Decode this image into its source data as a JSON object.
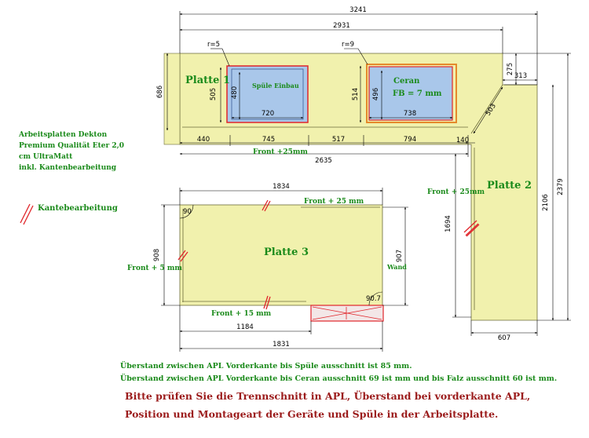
{
  "material": {
    "lines": [
      "Arbeitsplatten Dekton",
      "Premium Qualität Eter 2,0",
      "cm UltraMatt",
      "inkl. Kantenbearbeitung"
    ]
  },
  "legend": {
    "label": "Kantebearbeitung"
  },
  "plates": {
    "platte1": "Platte 1",
    "platte2": "Platte 2",
    "platte3": "Platte 3"
  },
  "cutouts": {
    "sink": "Spüle Einbau",
    "cooktop_name": "Ceran",
    "cooktop_fb": "FB = 7 mm"
  },
  "radii": {
    "sink": "r=5",
    "cooktop": "r=9"
  },
  "front_labels": {
    "top_run": "Front +25mm",
    "platte2": "Front + 25mm",
    "platte3_back": "Front + 25 mm",
    "platte3_left": "Front + 5 mm",
    "platte3_bottom": "Front + 15 mm"
  },
  "wall_label": "Wand",
  "angles": {
    "a90": "90",
    "a907": "90.7"
  },
  "dimensions": {
    "d3241": "3241",
    "d2931": "2931",
    "d2635": "2635",
    "d440": "440",
    "d745": "745",
    "d517": "517",
    "d794": "794",
    "d140": "140",
    "d686": "686",
    "d505": "505",
    "d480": "480",
    "d720": "720",
    "d514": "514",
    "d496": "496",
    "d738": "738",
    "d275": "275",
    "d313": "313",
    "d503": "503",
    "d2379": "2379",
    "d2106": "2106",
    "d1694": "1694",
    "d607": "607",
    "d1834": "1834",
    "d908": "908",
    "d907": "907",
    "d1184": "1184",
    "d1831": "1831"
  },
  "notes": {
    "overhang_sink": "Überstand zwischen APL Vorderkante bis Spüle ausschnitt ist 85 mm.",
    "overhang_ceran": "Überstand zwischen APL Vorderkante bis Ceran ausschnitt 69 ist mm und bis Falz ausschnitt 60 ist mm.",
    "check1": "Bitte prüfen Sie die Trennschnitt in APL, Überstand bei vorderkante APL,",
    "check2": "Position und Montageart der Geräte und Spüle in der Arbeitsplatte."
  },
  "colors": {
    "worktop": "#f1f1ad",
    "cutout": "#a9c7ea",
    "edge_mark": "#e0262b",
    "cooktop_frame": "#e58a2c",
    "text_green": "#1a8a1a",
    "text_red": "#9b1b1b"
  }
}
